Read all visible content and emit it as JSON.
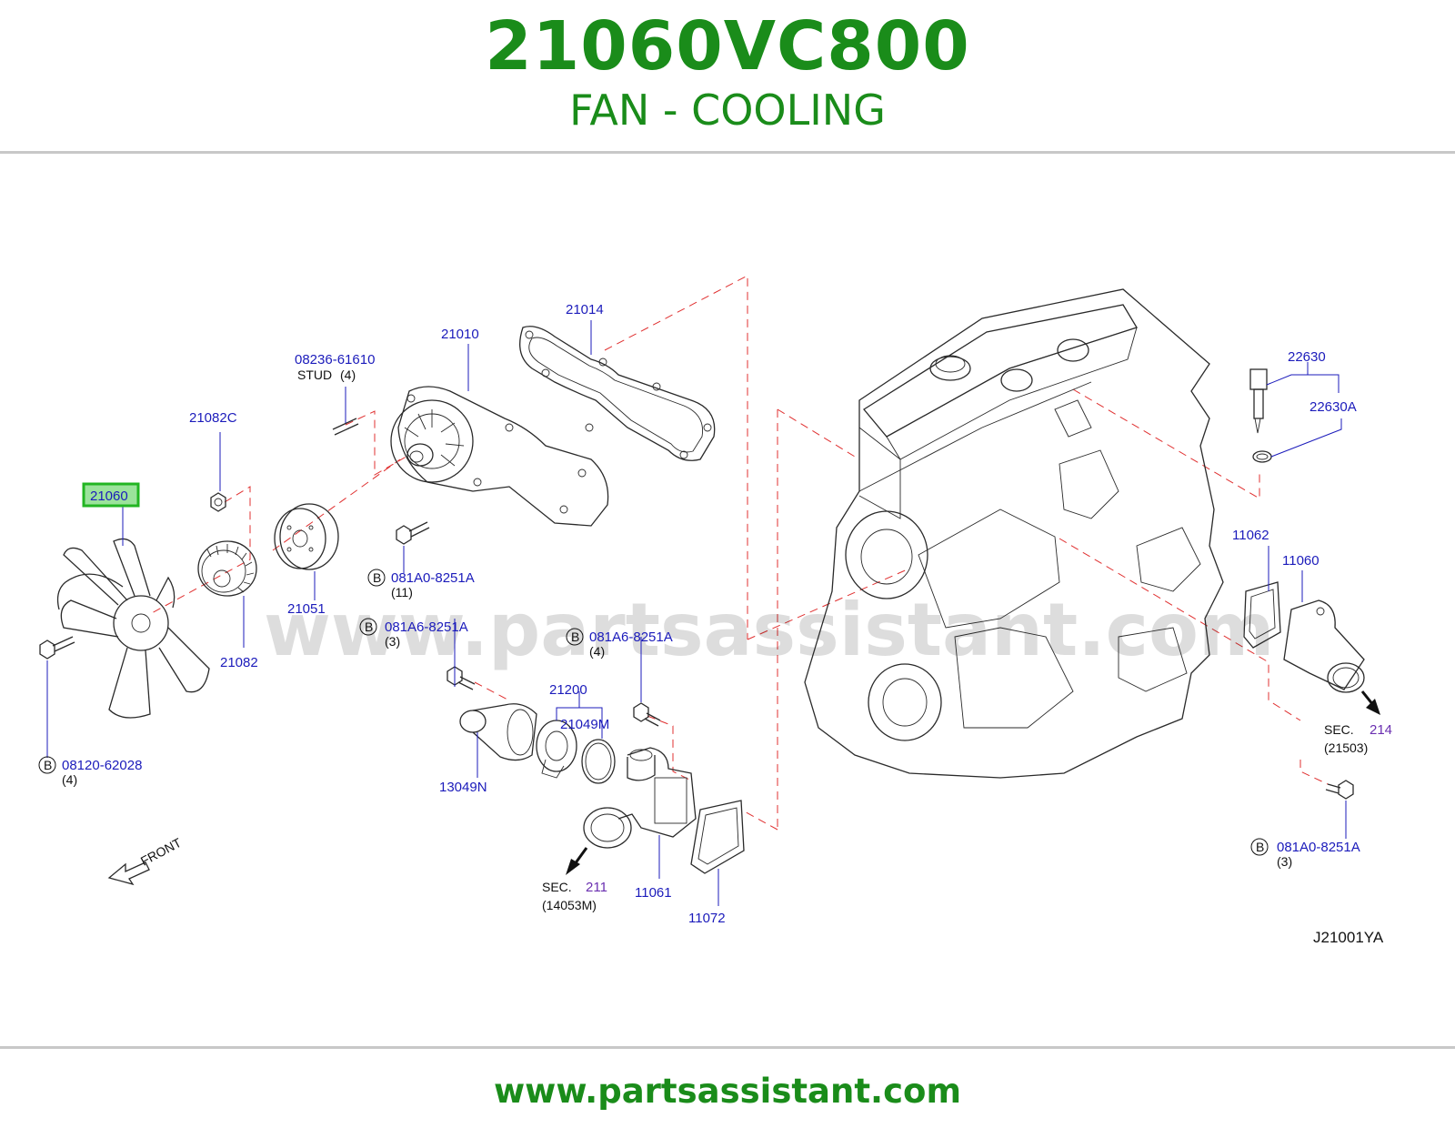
{
  "header": {
    "part_number": "21060VC800",
    "part_name": "FAN - COOLING"
  },
  "footer": {
    "website": "www.partsassistant.com"
  },
  "watermark": "www.partsassistant.com",
  "colors": {
    "brand_green": "#1a8c1a",
    "label_blue": "#1b1bbb",
    "section_purple": "#6a2fb0",
    "guide_red": "#e03030",
    "highlight_border": "#22b522",
    "highlight_fill": "#9be39b"
  },
  "diagram": {
    "code": "J21001YA",
    "front_label": "FRONT",
    "bolt_marker": "B",
    "highlighted_part": "21060",
    "parts": {
      "p21014": "21014",
      "p21010": "21010",
      "p08236": "08236-61610",
      "stud": "STUD",
      "stud_qty": "(4)",
      "p21082c": "21082C",
      "p21060": "21060",
      "p21051": "21051",
      "p21082": "21082",
      "p081a0_a": "081A0-8251A",
      "p081a0_a_qty": "(11)",
      "p081a6_a": "081A6-8251A",
      "p081a6_a_qty": "(3)",
      "p081a6_b": "081A6-8251A",
      "p081a6_b_qty": "(4)",
      "p08120": "08120-62028",
      "p08120_qty": "(4)",
      "p21200": "21200",
      "p21049m": "21049M",
      "p13049n": "13049N",
      "p11061": "11061",
      "p11072": "11072",
      "sec_label_a": "SEC.",
      "sec_a": "211",
      "sec_a_ref": "(14053M)",
      "p22630": "22630",
      "p22630a": "22630A",
      "p11062": "11062",
      "p11060": "11060",
      "sec_label_b": "SEC.",
      "sec_b": "214",
      "sec_b_ref": "(21503)",
      "p081a0_b": "081A0-8251A",
      "p081a0_b_qty": "(3)"
    }
  }
}
